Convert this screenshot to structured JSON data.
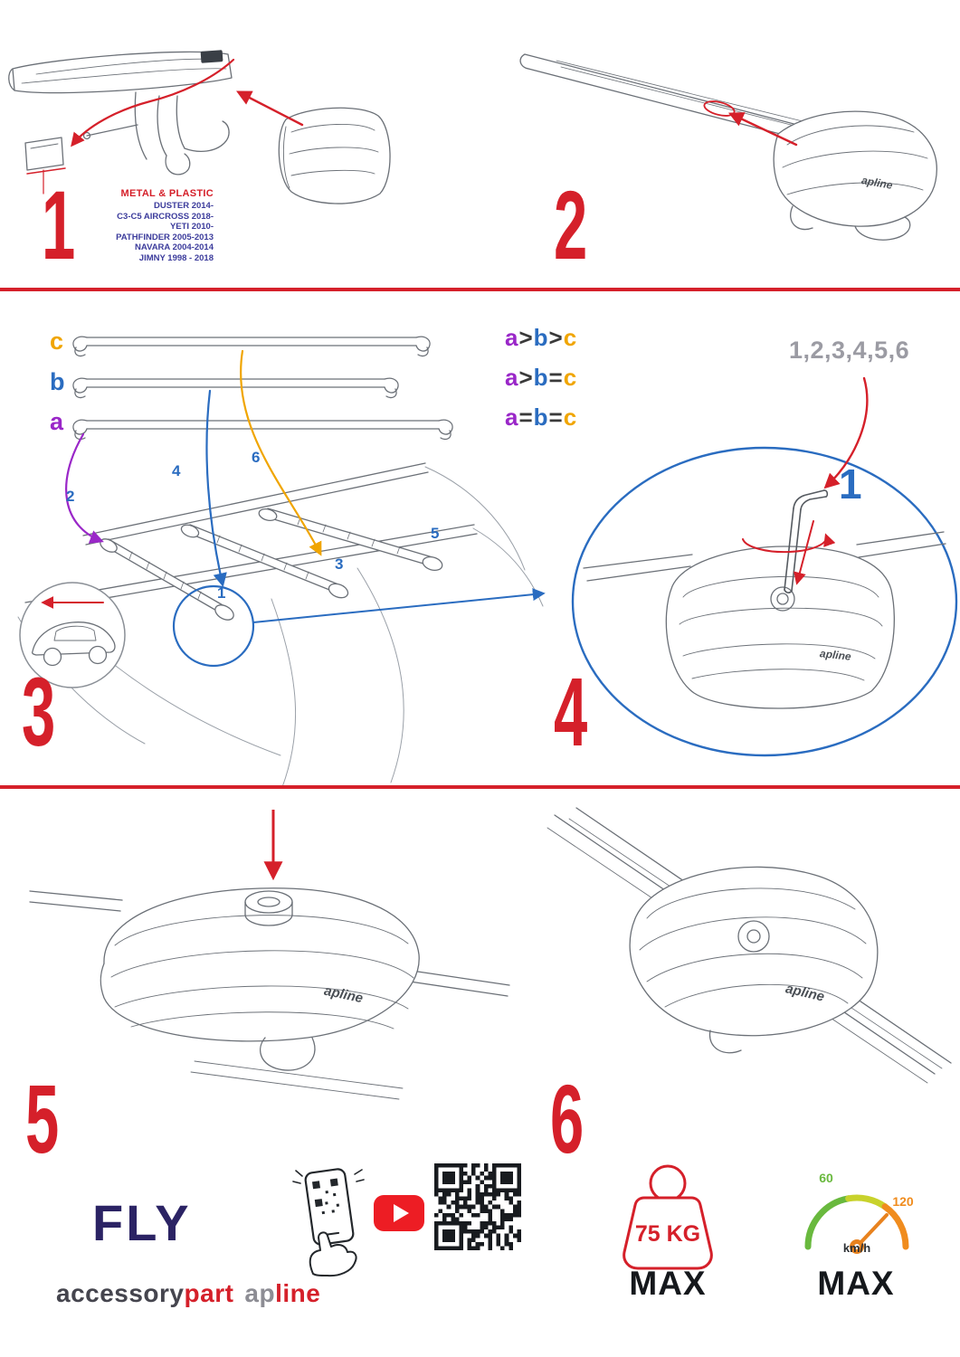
{
  "steps": {
    "s1": {
      "num": "1",
      "material_label": "METAL & PLASTIC",
      "vehicles": [
        "DUSTER 2014-",
        "C3-C5 AIRCROSS 2018-",
        "YETI 2010-",
        "PATHFINDER 2005-2013",
        "NAVARA 2004-2014",
        "JIMNY 1998 - 2018"
      ]
    },
    "s2": {
      "num": "2"
    },
    "s3": {
      "num": "3",
      "bar_labels": {
        "a": "a",
        "b": "b",
        "c": "c"
      },
      "formulas": [
        [
          "a",
          ">",
          "b",
          ">",
          "c"
        ],
        [
          "a",
          ">",
          "b",
          "=",
          "c"
        ],
        [
          "a",
          "=",
          "b",
          "=",
          "c"
        ]
      ],
      "positions": [
        "1",
        "2",
        "3",
        "4",
        "5",
        "6"
      ]
    },
    "s4": {
      "num": "4",
      "sequence": "1,2,3,4,5,6",
      "highlight": "1"
    },
    "s5": {
      "num": "5"
    },
    "s6": {
      "num": "6"
    }
  },
  "logo_small": "apline",
  "footer": {
    "brand": "FLY",
    "wordmark": {
      "part1": "accessory",
      "part2": "part",
      "part3": "ap",
      "part4": "line"
    },
    "weight": {
      "value": "75 KG",
      "max": "MAX"
    },
    "speed": {
      "low": "60",
      "high": "120",
      "unit": "km/h",
      "max": "MAX"
    }
  },
  "colors": {
    "accent_red": "#d5202a",
    "blue": "#2a6cc0",
    "purple": "#9a27c8",
    "orange": "#f0a500",
    "navy": "#2b2364",
    "green": "#69b93e"
  }
}
